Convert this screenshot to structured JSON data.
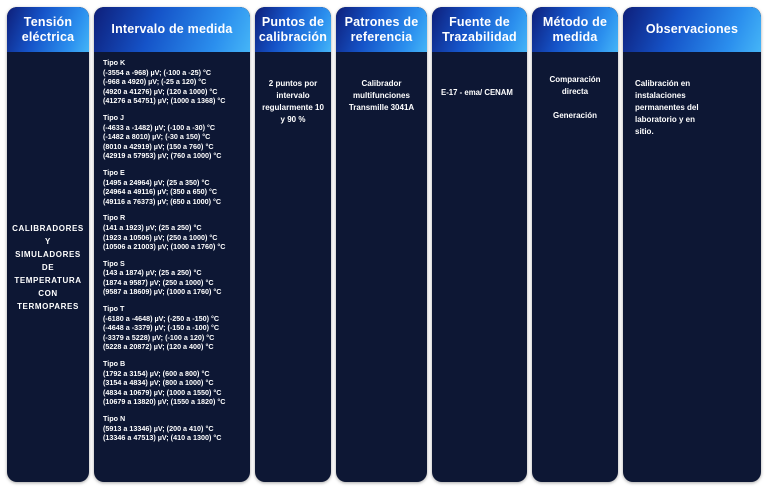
{
  "columns": {
    "tension": {
      "header": "Tensión eléctrica",
      "lines": [
        "CALIBRADORES",
        "Y",
        "SIMULADORES",
        "DE",
        "TEMPERATURA",
        "CON",
        "TERMOPARES"
      ]
    },
    "intervalo": {
      "header": "Intervalo de medida",
      "groups": [
        {
          "type": "Tipo K",
          "lines": [
            "(-3554 a -968) µV; (-100 a -25) °C",
            "(-968 a 4920) µV; (-25 a 120) °C",
            "(4920 a 41276) µV; (120 a 1000) °C",
            "(41276 a 54751) µV; (1000 a 1368) °C"
          ]
        },
        {
          "type": "Tipo J",
          "lines": [
            "(-4633 a -1482) µV; (-100 a -30) °C",
            "(-1482 a 8010) µV; (-30 a 150) °C",
            "(8010 a 42919) µV; (150 a 760) °C",
            "(42919 a 57953) µV; (760 a 1000) °C"
          ]
        },
        {
          "type": "Tipo E",
          "lines": [
            "(1495 a 24964) µV; (25 a 350) °C",
            "(24964 a 49116) µV; (350 a 650) °C",
            "(49116 a 76373) µV; (650 a 1000) °C"
          ]
        },
        {
          "type": "Tipo R",
          "lines": [
            "(141 a 1923) µV; (25 a 250) °C",
            "(1923 a 10506) µV; (250 a 1000) °C",
            "(10506 a 21003) µV; (1000 a 1760) °C"
          ]
        },
        {
          "type": "Tipo S",
          "lines": [
            "(143 a 1874) µV; (25 a 250) °C",
            "(1874 a 9587) µV; (250 a 1000) °C",
            "(9587 a 18609) µV; (1000 a 1760) °C"
          ]
        },
        {
          "type": "Tipo T",
          "lines": [
            "(-6180 a -4648) µV; (-250 a -150) °C",
            "(-4648 a -3379) µV; (-150 a -100) °C",
            "(-3379 a 5228) µV; (-100 a 120) °C",
            "(5228 a 20872) µV; (120 a 400) °C"
          ]
        },
        {
          "type": "Tipo B",
          "lines": [
            "(1792 a 3154) µV; (600 a 800) °C",
            "(3154 a 4834) µV; (800 a 1000) °C",
            "(4834 a 10679) µV; (1000 a 1550) °C",
            "(10679 a 13820) µV; (1550 a 1820) °C"
          ]
        },
        {
          "type": "Tipo N",
          "lines": [
            "(5913 a 13346) µV; (200 a 410) °C",
            "(13346 a 47513) µV; (410 a 1300) °C"
          ]
        }
      ]
    },
    "puntos": {
      "header": "Puntos de calibración",
      "body": "2 puntos por intervalo regularmente 10 y 90 %"
    },
    "patrones": {
      "header": "Patrones de referencia",
      "body": "Calibrador multifunciones Transmille 3041A"
    },
    "fuente": {
      "header": "Fuente de Trazabilidad",
      "body": "E-17 - ema/ CENAM"
    },
    "metodo": {
      "header": "Método de medida",
      "lines": [
        "Comparación directa",
        "Generación"
      ]
    },
    "observaciones": {
      "header": "Observaciones",
      "body": "Calibración en instalaciones permanentes del laboratorio y en sitio."
    }
  }
}
